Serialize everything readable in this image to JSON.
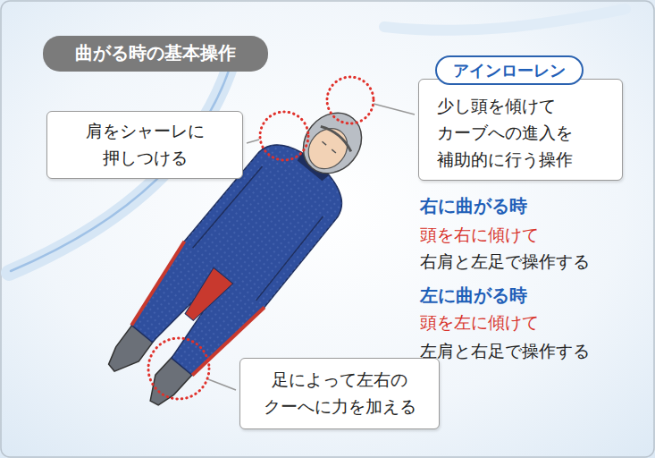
{
  "diagram": {
    "title": "曲がる時の基本操作",
    "nodes": [
      {
        "text": [
          "曲がる時の基本操作"
        ]
      },
      {
        "text": [
          "アインローレン",
          "少し頭を傾けて カーブへの進入を 補助的に行う操作"
        ]
      },
      {
        "text": [
          "肩をシャーレに 押しつける"
        ]
      },
      {
        "text": [
          "足によって左右の クーへに力を加える"
        ]
      }
    ],
    "labels": [
      "右に曲がる時",
      "頭を右に傾けて",
      "右肩と左足で操作する",
      "左に曲がる時",
      "頭を左に傾けて",
      "左肩と右足で操作する"
    ]
  }
}
